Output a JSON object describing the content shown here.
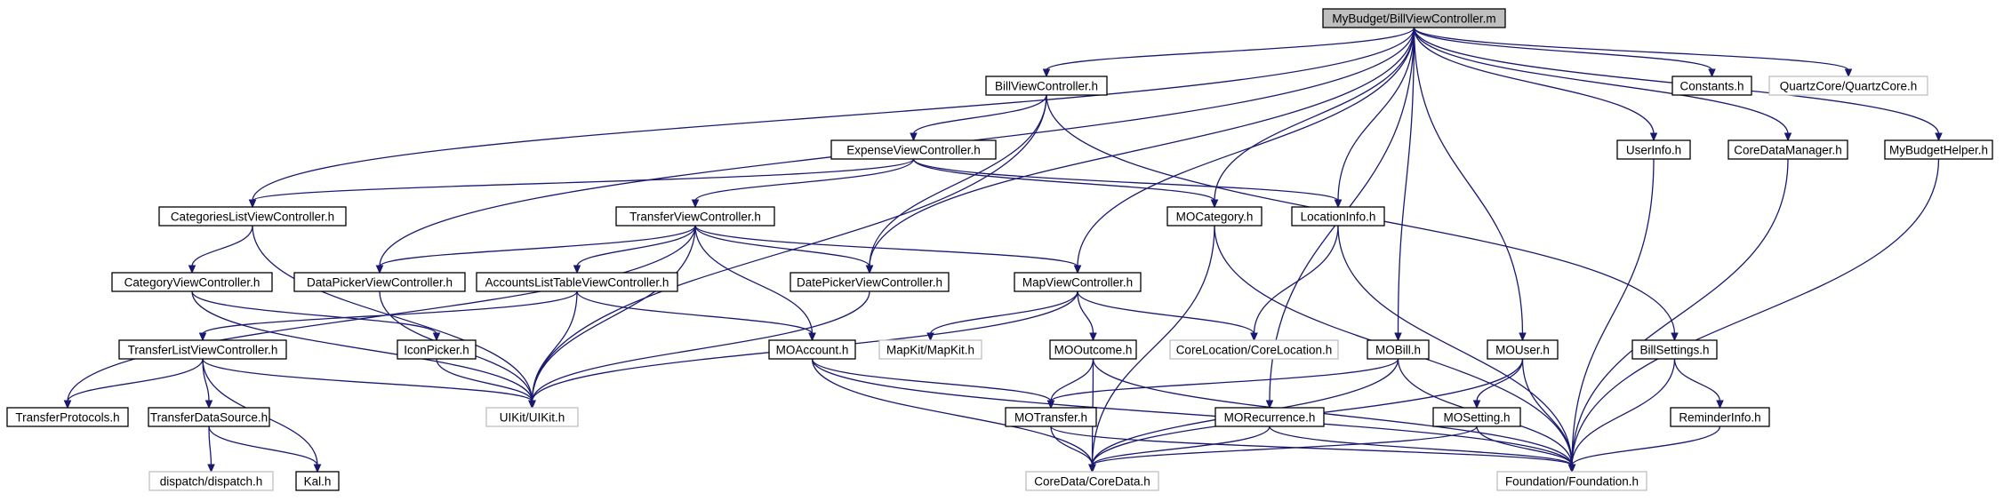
{
  "graph": {
    "nodes": {
      "root": {
        "label": "MyBudget/BillViewController.m",
        "external": false,
        "root": true
      },
      "billvc": {
        "label": "BillViewController.h",
        "external": false
      },
      "constants": {
        "label": "Constants.h",
        "external": false
      },
      "quartz": {
        "label": "QuartzCore/QuartzCore.h",
        "external": true
      },
      "expensevc": {
        "label": "ExpenseViewController.h",
        "external": false
      },
      "userinfo": {
        "label": "UserInfo.h",
        "external": false
      },
      "coredatamgr": {
        "label": "CoreDataManager.h",
        "external": false
      },
      "budgethelper": {
        "label": "MyBudgetHelper.h",
        "external": false
      },
      "catlistvc": {
        "label": "CategoriesListViewController.h",
        "external": false
      },
      "transfervc": {
        "label": "TransferViewController.h",
        "external": false
      },
      "mocategory": {
        "label": "MOCategory.h",
        "external": false
      },
      "locationinfo": {
        "label": "LocationInfo.h",
        "external": false
      },
      "catvc": {
        "label": "CategoryViewController.h",
        "external": false
      },
      "datapickervc": {
        "label": "DataPickerViewController.h",
        "external": false
      },
      "acctlistvc": {
        "label": "AccountsListTableViewController.h",
        "external": false
      },
      "datepickervc": {
        "label": "DatePickerViewController.h",
        "external": false
      },
      "mapvc": {
        "label": "MapViewController.h",
        "external": false
      },
      "transferlistvc": {
        "label": "TransferListViewController.h",
        "external": false
      },
      "iconpicker": {
        "label": "IconPicker.h",
        "external": false
      },
      "moaccount": {
        "label": "MOAccount.h",
        "external": false
      },
      "mapkit": {
        "label": "MapKit/MapKit.h",
        "external": true
      },
      "mooutcome": {
        "label": "MOOutcome.h",
        "external": false
      },
      "corelocation": {
        "label": "CoreLocation/CoreLocation.h",
        "external": true
      },
      "mobill": {
        "label": "MOBill.h",
        "external": false
      },
      "mouser": {
        "label": "MOUser.h",
        "external": false
      },
      "billsettings": {
        "label": "BillSettings.h",
        "external": false
      },
      "transferprotocols": {
        "label": "TransferProtocols.h",
        "external": false
      },
      "transferdatasource": {
        "label": "TransferDataSource.h",
        "external": false
      },
      "uikit": {
        "label": "UIKit/UIKit.h",
        "external": true
      },
      "motransfer": {
        "label": "MOTransfer.h",
        "external": false
      },
      "morecurrence": {
        "label": "MORecurrence.h",
        "external": false
      },
      "mosetting": {
        "label": "MOSetting.h",
        "external": false
      },
      "reminderinfo": {
        "label": "ReminderInfo.h",
        "external": false
      },
      "dispatch": {
        "label": "dispatch/dispatch.h",
        "external": true
      },
      "kal": {
        "label": "Kal.h",
        "external": false
      },
      "coredata": {
        "label": "CoreData/CoreData.h",
        "external": true
      },
      "foundation": {
        "label": "Foundation/Foundation.h",
        "external": true
      }
    },
    "edges": [
      [
        "root",
        "billvc"
      ],
      [
        "root",
        "constants"
      ],
      [
        "root",
        "quartz"
      ],
      [
        "root",
        "userinfo"
      ],
      [
        "root",
        "coredatamgr"
      ],
      [
        "root",
        "budgethelper"
      ],
      [
        "root",
        "catlistvc"
      ],
      [
        "root",
        "datapickervc"
      ],
      [
        "root",
        "datepickervc"
      ],
      [
        "root",
        "mapvc"
      ],
      [
        "root",
        "mocategory"
      ],
      [
        "root",
        "locationinfo"
      ],
      [
        "root",
        "mobill"
      ],
      [
        "root",
        "morecurrence"
      ],
      [
        "root",
        "mouser"
      ],
      [
        "billvc",
        "expensevc"
      ],
      [
        "billvc",
        "datepickervc"
      ],
      [
        "billvc",
        "uikit"
      ],
      [
        "billvc",
        "billsettings"
      ],
      [
        "expensevc",
        "catlistvc"
      ],
      [
        "expensevc",
        "transfervc"
      ],
      [
        "expensevc",
        "mocategory"
      ],
      [
        "expensevc",
        "locationinfo"
      ],
      [
        "catlistvc",
        "catvc"
      ],
      [
        "catlistvc",
        "uikit"
      ],
      [
        "transfervc",
        "transferprotocols"
      ],
      [
        "transfervc",
        "datapickervc"
      ],
      [
        "transfervc",
        "acctlistvc"
      ],
      [
        "transfervc",
        "datepickervc"
      ],
      [
        "transfervc",
        "mapvc"
      ],
      [
        "transfervc",
        "moaccount"
      ],
      [
        "transfervc",
        "uikit"
      ],
      [
        "mocategory",
        "coredata"
      ],
      [
        "mocategory",
        "foundation"
      ],
      [
        "locationinfo",
        "corelocation"
      ],
      [
        "locationinfo",
        "foundation"
      ],
      [
        "catvc",
        "iconpicker"
      ],
      [
        "catvc",
        "uikit"
      ],
      [
        "datapickervc",
        "uikit"
      ],
      [
        "acctlistvc",
        "transferlistvc"
      ],
      [
        "acctlistvc",
        "moaccount"
      ],
      [
        "acctlistvc",
        "uikit"
      ],
      [
        "datepickervc",
        "uikit"
      ],
      [
        "mapvc",
        "mapkit"
      ],
      [
        "mapvc",
        "mooutcome"
      ],
      [
        "mapvc",
        "corelocation"
      ],
      [
        "mapvc",
        "uikit"
      ],
      [
        "transferlistvc",
        "transferprotocols"
      ],
      [
        "transferlistvc",
        "transferdatasource"
      ],
      [
        "transferlistvc",
        "kal"
      ],
      [
        "transferlistvc",
        "uikit"
      ],
      [
        "iconpicker",
        "uikit"
      ],
      [
        "moaccount",
        "motransfer"
      ],
      [
        "moaccount",
        "coredata"
      ],
      [
        "moaccount",
        "foundation"
      ],
      [
        "mooutcome",
        "motransfer"
      ],
      [
        "mooutcome",
        "coredata"
      ],
      [
        "mooutcome",
        "foundation"
      ],
      [
        "mobill",
        "motransfer"
      ],
      [
        "mobill",
        "coredata"
      ],
      [
        "mobill",
        "foundation"
      ],
      [
        "mouser",
        "mosetting"
      ],
      [
        "mouser",
        "coredata"
      ],
      [
        "mouser",
        "foundation"
      ],
      [
        "billsettings",
        "reminderinfo"
      ],
      [
        "billsettings",
        "foundation"
      ],
      [
        "userinfo",
        "foundation"
      ],
      [
        "coredatamgr",
        "foundation"
      ],
      [
        "budgethelper",
        "foundation"
      ],
      [
        "transferdatasource",
        "dispatch"
      ],
      [
        "transferdatasource",
        "kal"
      ],
      [
        "motransfer",
        "coredata"
      ],
      [
        "motransfer",
        "foundation"
      ],
      [
        "morecurrence",
        "coredata"
      ],
      [
        "morecurrence",
        "foundation"
      ],
      [
        "mosetting",
        "coredata"
      ],
      [
        "mosetting",
        "foundation"
      ],
      [
        "reminderinfo",
        "foundation"
      ]
    ]
  }
}
